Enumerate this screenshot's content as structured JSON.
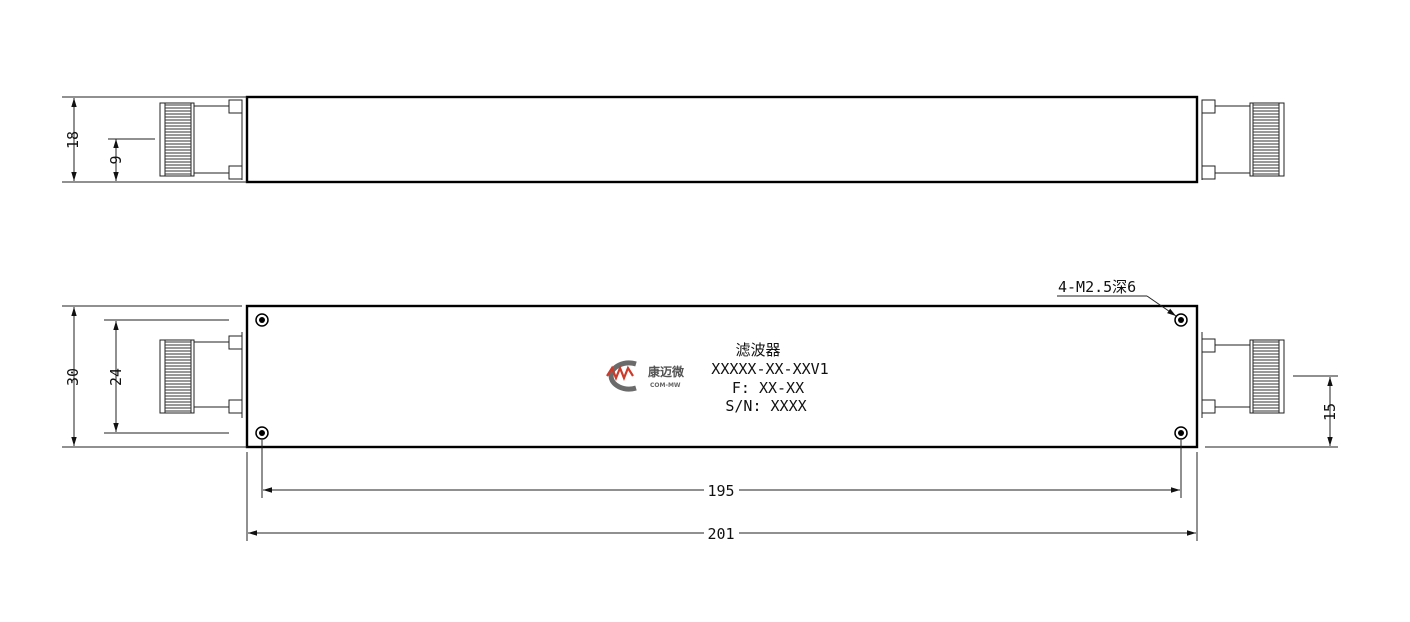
{
  "top_view": {
    "dimensions": {
      "height": "18",
      "half_height": "9"
    }
  },
  "front_view": {
    "dimensions": {
      "height": "30",
      "connector_pitch": "24",
      "connector_center": "15",
      "hole_spacing": "195",
      "overall_length": "201"
    },
    "hole_callout": "4-M2.5深6",
    "label": {
      "name": "滤波器",
      "model": "XXXXX-XX-XXV1",
      "frequency": "F: XX-XX",
      "serial": "S/N: XXXX"
    },
    "logo": {
      "mark": "MW",
      "company_cn": "康迈微",
      "company_en": "COM-MW",
      "colors": {
        "ring": "#6b6b6b",
        "wave": "#cc3a2a"
      }
    }
  }
}
